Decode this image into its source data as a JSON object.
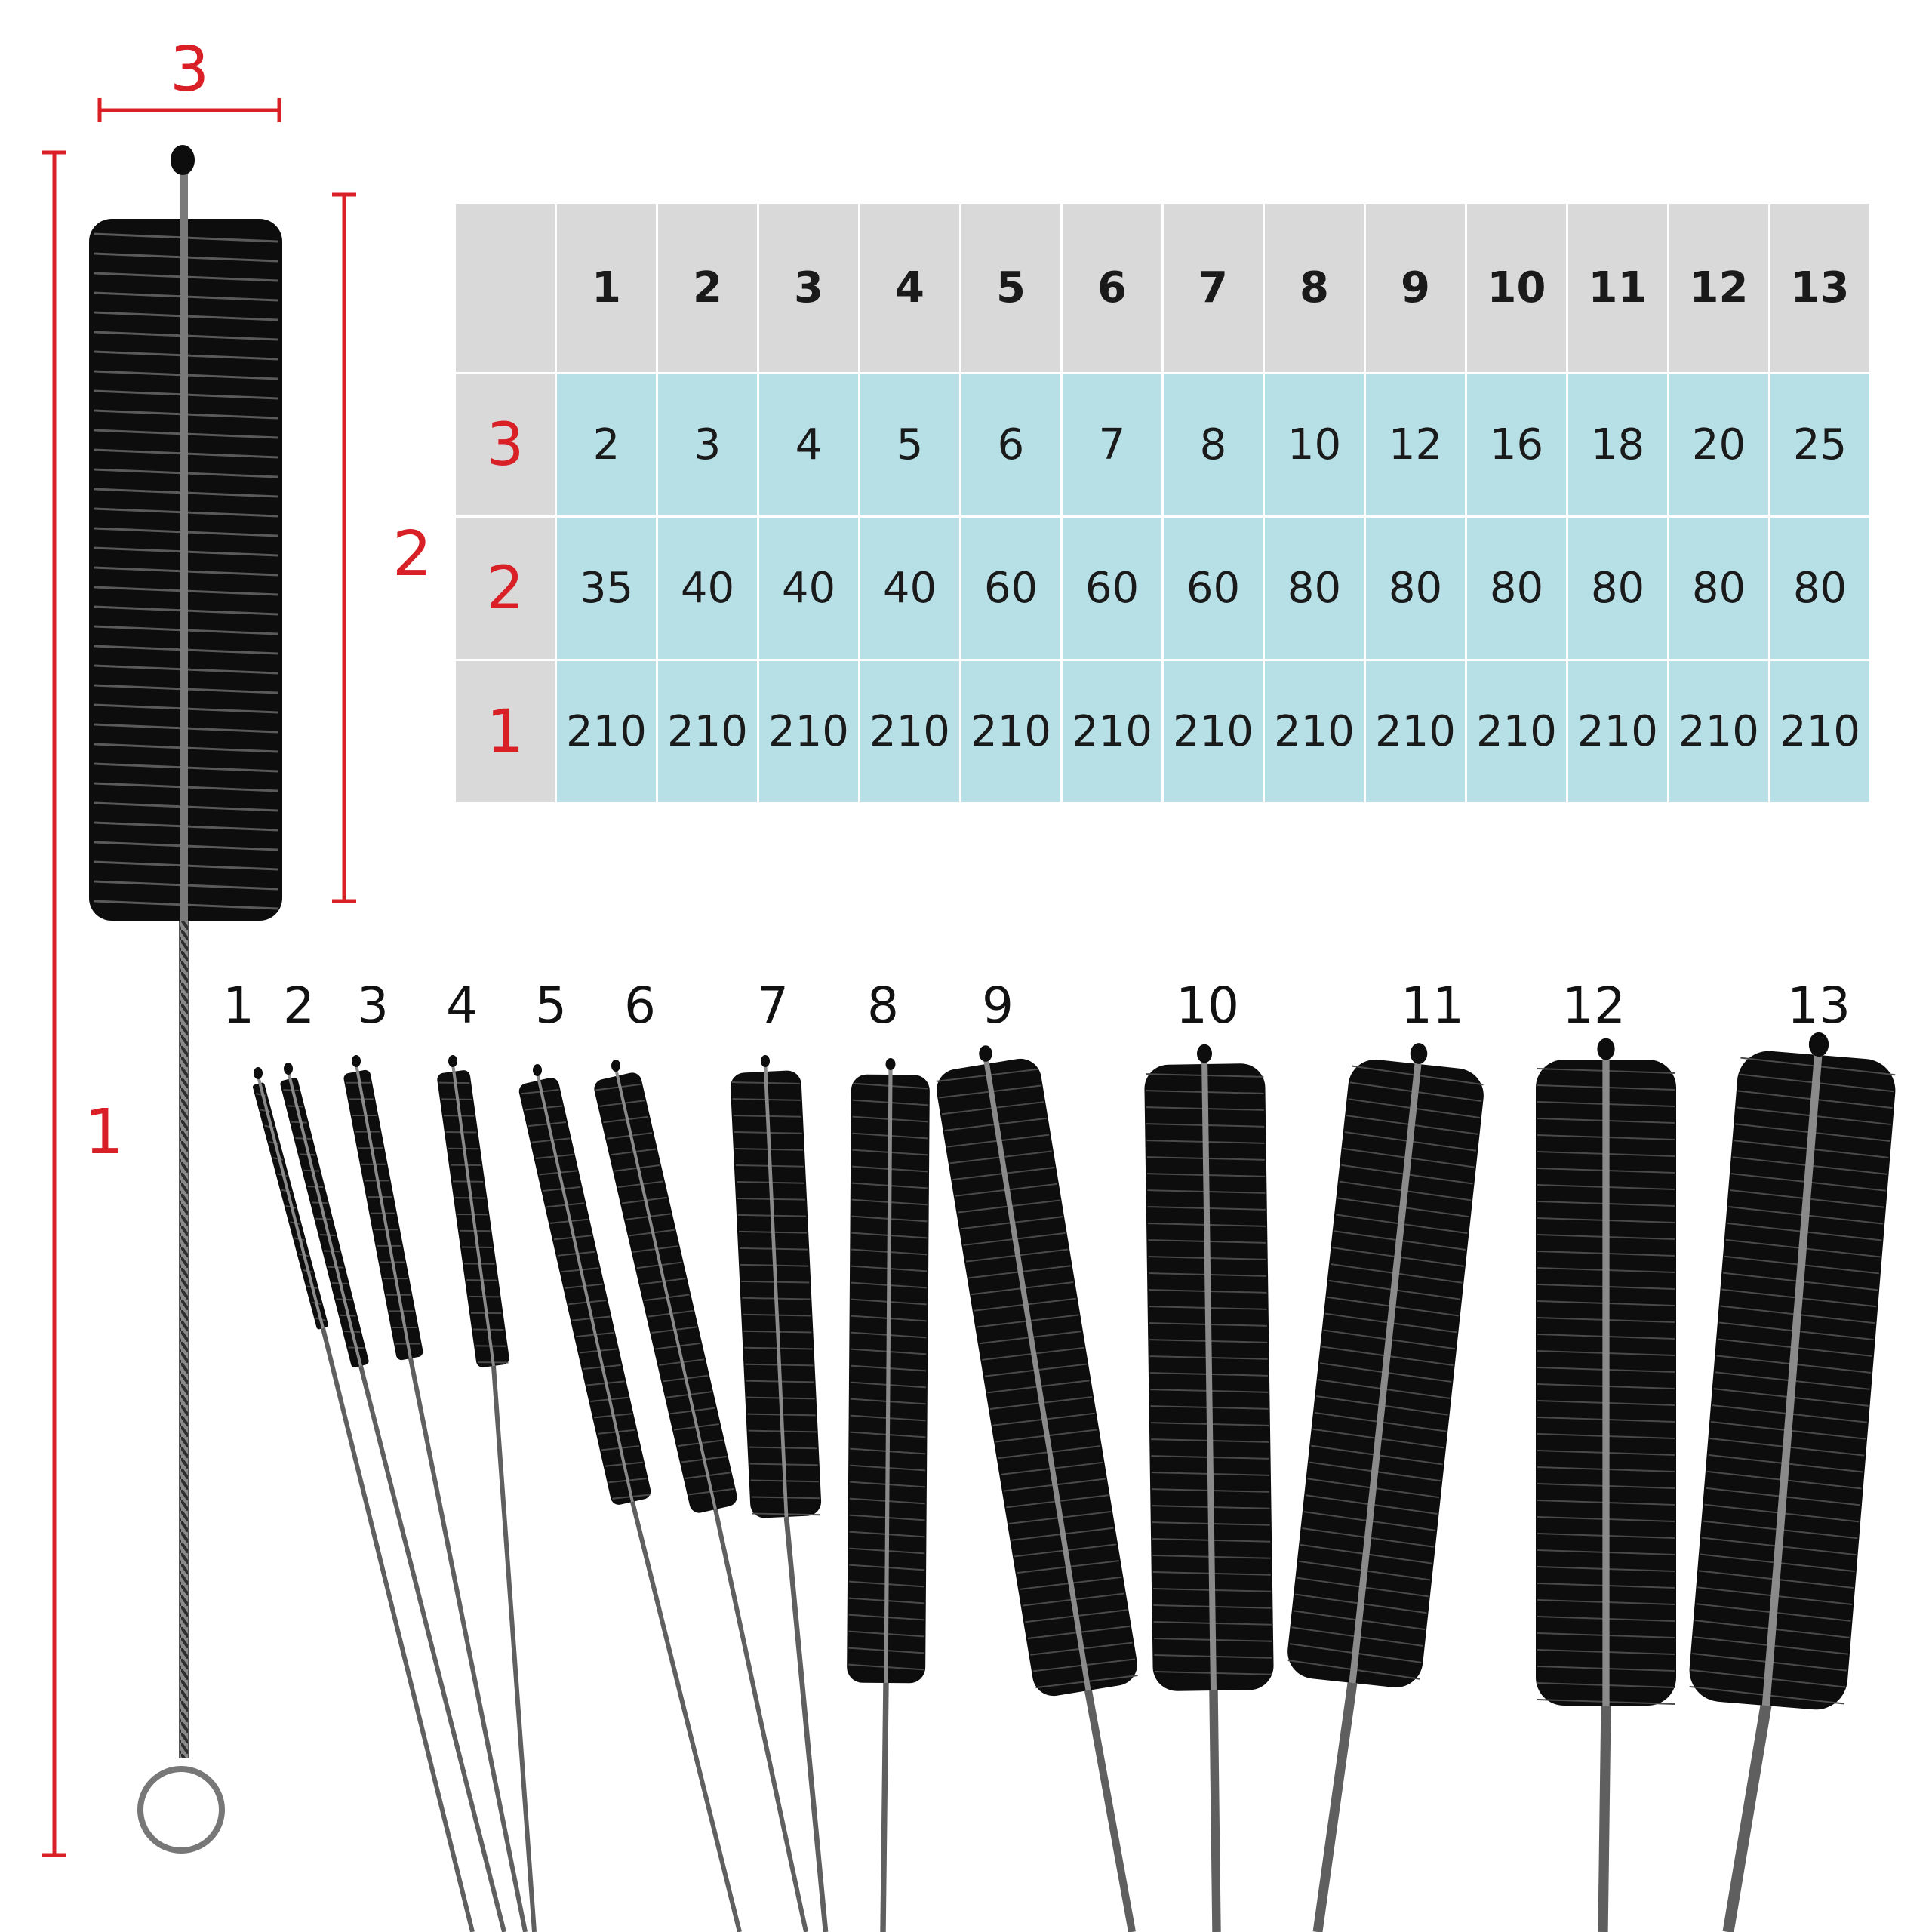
{
  "dimension_labels": {
    "width": "3",
    "brush_length": "2",
    "total_length": "1"
  },
  "table": {
    "columns": [
      "1",
      "2",
      "3",
      "4",
      "5",
      "6",
      "7",
      "8",
      "9",
      "10",
      "11",
      "12",
      "13"
    ],
    "rows": [
      {
        "label": "3",
        "values": [
          "2",
          "3",
          "4",
          "5",
          "6",
          "7",
          "8",
          "10",
          "12",
          "16",
          "18",
          "20",
          "25"
        ]
      },
      {
        "label": "2",
        "values": [
          "35",
          "40",
          "40",
          "40",
          "60",
          "60",
          "60",
          "80",
          "80",
          "80",
          "80",
          "80",
          "80"
        ]
      },
      {
        "label": "1",
        "values": [
          "210",
          "210",
          "210",
          "210",
          "210",
          "210",
          "210",
          "210",
          "210",
          "210",
          "210",
          "210",
          "210"
        ]
      }
    ]
  },
  "brush_labels": [
    "1",
    "2",
    "3",
    "4",
    "5",
    "6",
    "7",
    "8",
    "9",
    "10",
    "11",
    "12",
    "13"
  ],
  "colors": {
    "accent": "#d92027",
    "header_bg": "#d9d9d9",
    "value_bg": "#b6dfe6",
    "bristle": "#0d0d0d",
    "wire": "#6b6b6b"
  }
}
